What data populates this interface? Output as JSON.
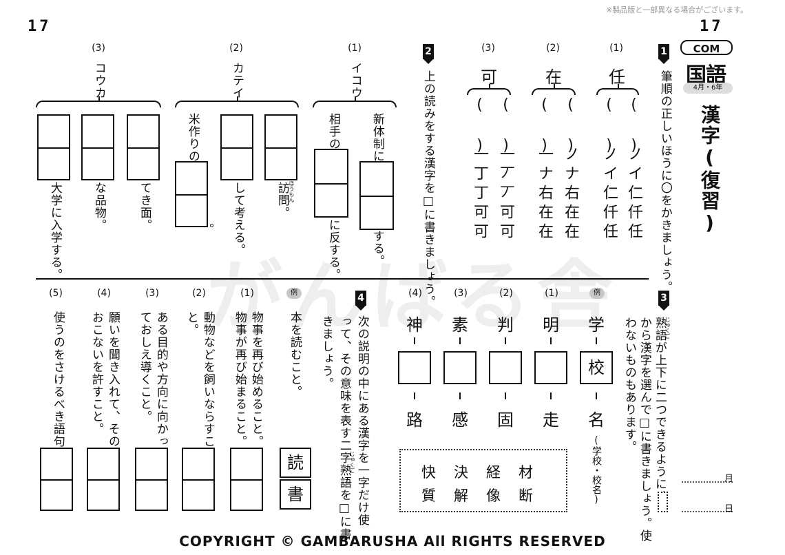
{
  "page_number": "17",
  "notice": "※製品版と一部異なる場合がございます。",
  "header": {
    "com": "COM",
    "subject": "国語",
    "grade": "4月・6年",
    "title": "漢字(復習)",
    "month": "月",
    "day": "日"
  },
  "watermark": "がんばる舎",
  "q1": {
    "badge": "1",
    "instruction": "筆順の正しいほうに〇をかきましょう。",
    "items": [
      {
        "num": "(1)",
        "kanji": "任",
        "opt_a": "ノイ仁仟任",
        "opt_b": "ノイ仁仟任"
      },
      {
        "num": "(2)",
        "kanji": "在",
        "opt_a": "ノナ右在在",
        "opt_b": "一ナ右在在"
      },
      {
        "num": "(3)",
        "kanji": "可",
        "opt_a": "一丆丆可可",
        "opt_b": "一丁丁可可"
      }
    ],
    "paren": "(　)"
  },
  "q2": {
    "badge": "2",
    "instruction": "上の読みをする漢字を□に書きましょう。",
    "items": [
      {
        "num": "(1)",
        "reading": "イコウ",
        "c1": "新体制に",
        "c1b": "する。",
        "c2": "相手の",
        "c2b": "に反する。"
      },
      {
        "num": "(2)",
        "reading": "カテイ",
        "c1": "訪問。",
        "c1r": "ほうもん",
        "c2": "して考える。",
        "c3": "米作りの",
        "c3b": "。"
      },
      {
        "num": "(3)",
        "reading": "コウカ",
        "c1": "てき面。",
        "c2": "な品物。",
        "c3": "大学に入学する。"
      }
    ]
  },
  "q3": {
    "badge": "3",
    "instruction_1": "熟語が上下に二つできるように、",
    "instruction_ruby": "じゅくご",
    "instruction_2": "から漢字を選んで□に書きましょう。使",
    "instruction_3": "わないものもあります。",
    "example_label": "例",
    "example": {
      "top": "学",
      "answer": "校",
      "bottom": "名",
      "note": "(学校・校名)"
    },
    "items": [
      {
        "num": "(1)",
        "top": "明",
        "bottom": "走"
      },
      {
        "num": "(2)",
        "top": "判",
        "bottom": "固"
      },
      {
        "num": "(3)",
        "top": "素",
        "bottom": "感"
      },
      {
        "num": "(4)",
        "top": "神",
        "bottom": "路"
      }
    ],
    "words_row1": "材経決快",
    "words_row2": "断像解質"
  },
  "q4": {
    "badge": "4",
    "instruction_1": "次の説明の中にある漢字を一字だけ使",
    "instruction_2": "って、その意味を表す二字熟語を□に書",
    "instruction_3": "きましょう。",
    "ruby": "じゅくご",
    "example_label": "例",
    "example_text": "本を読むこと。",
    "example_ans1": "読",
    "example_ans2": "書",
    "items": [
      {
        "num": "(1)",
        "text_1": "物事を再び始めること。",
        "text_2": "物事が再び始まること。"
      },
      {
        "num": "(2)",
        "text_1": "動物などを飼いならすこ",
        "text_2": "と。"
      },
      {
        "num": "(3)",
        "text_1": "ある目的や方向に向かっ",
        "text_2": "ておしえ導くこと。"
      },
      {
        "num": "(4)",
        "text_1": "願いを聞き入れて、その",
        "text_2": "おこないを許すこと。"
      },
      {
        "num": "(5)",
        "text_1": "使うのをさけるべき語句。",
        "text_2": ""
      }
    ]
  },
  "footer": {
    "copyright": "COPYRIGHT © GAMBARUSHA All RIGHTS RESERVED"
  }
}
